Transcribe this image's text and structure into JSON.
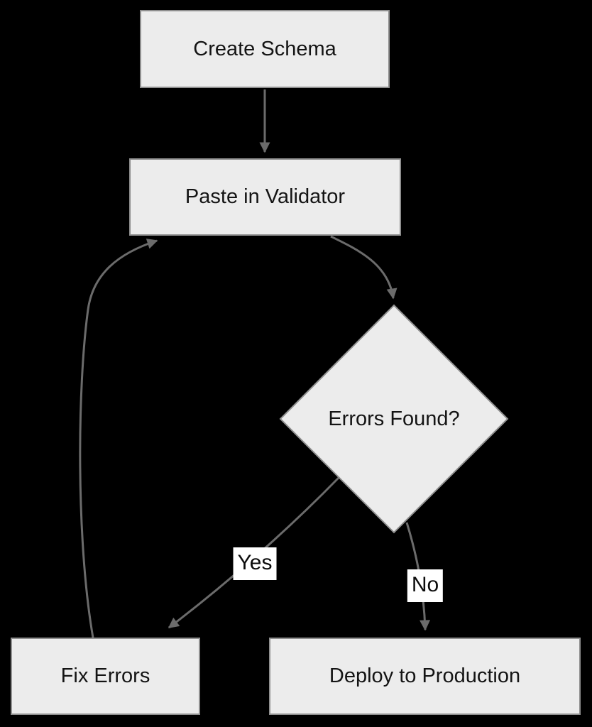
{
  "diagram": {
    "type": "flowchart",
    "background_color": "#000000",
    "node_fill": "#ececec",
    "node_border_color": "#8f8f8f",
    "edge_color": "#6b6b6b",
    "text_color": "#141414",
    "edge_label_bg": "#ffffff",
    "nodes": {
      "create_schema": {
        "label": "Create Schema",
        "shape": "rect"
      },
      "paste_validator": {
        "label": "Paste in Validator",
        "shape": "rect"
      },
      "errors_found": {
        "label": "Errors Found?",
        "shape": "diamond"
      },
      "fix_errors": {
        "label": "Fix Errors",
        "shape": "rect"
      },
      "deploy": {
        "label": "Deploy to Production",
        "shape": "rect"
      }
    },
    "edge_labels": {
      "yes": "Yes",
      "no": "No"
    },
    "edges": [
      {
        "from": "create_schema",
        "to": "paste_validator",
        "label": ""
      },
      {
        "from": "paste_validator",
        "to": "errors_found",
        "label": ""
      },
      {
        "from": "errors_found",
        "to": "fix_errors",
        "label": "Yes"
      },
      {
        "from": "errors_found",
        "to": "deploy",
        "label": "No"
      },
      {
        "from": "fix_errors",
        "to": "paste_validator",
        "label": ""
      }
    ]
  }
}
